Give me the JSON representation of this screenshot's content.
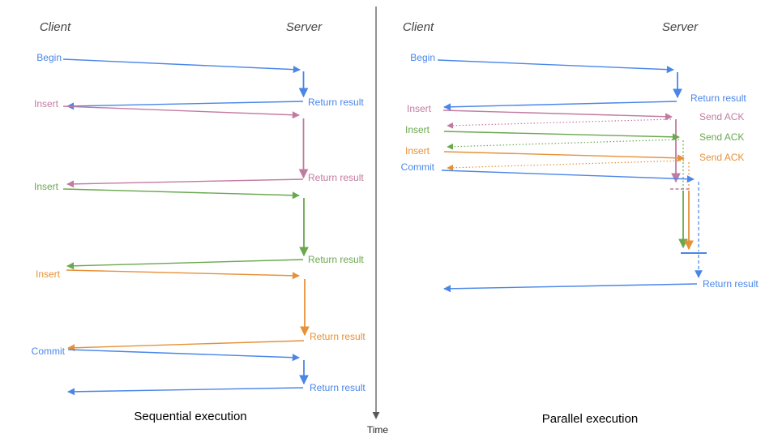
{
  "diagram": {
    "description": "Sequence diagram comparing sequential vs parallel transaction execution between a database client and server",
    "time_axis": {
      "label": "Time"
    },
    "colors": {
      "begin": "#4a86e8",
      "commit": "#4a86e8",
      "insert_first": "#c27ba0",
      "insert_second": "#6aa84f",
      "insert_third": "#e69138",
      "wait_dashed_blue": "#6d9eeb",
      "axis": "#595959"
    },
    "panels": [
      {
        "title": "Sequential execution",
        "client_header": "Client",
        "server_header": "Server",
        "steps": [
          {
            "command": "Begin",
            "response": "Return result"
          },
          {
            "command": "Insert",
            "response": "Return result"
          },
          {
            "command": "Insert",
            "response": "Return result"
          },
          {
            "command": "Insert",
            "response": "Return result"
          },
          {
            "command": "Commit",
            "response": "Return result"
          }
        ]
      },
      {
        "title": "Parallel execution",
        "client_header": "Client",
        "server_header": "Server",
        "steps": [
          {
            "command": "Begin",
            "response": "Return result"
          },
          {
            "command": "Insert",
            "response": "Send ACK"
          },
          {
            "command": "Insert",
            "response": "Send ACK"
          },
          {
            "command": "Insert",
            "response": "Send ACK"
          },
          {
            "command": "Commit",
            "response": "Return result"
          }
        ]
      }
    ]
  }
}
